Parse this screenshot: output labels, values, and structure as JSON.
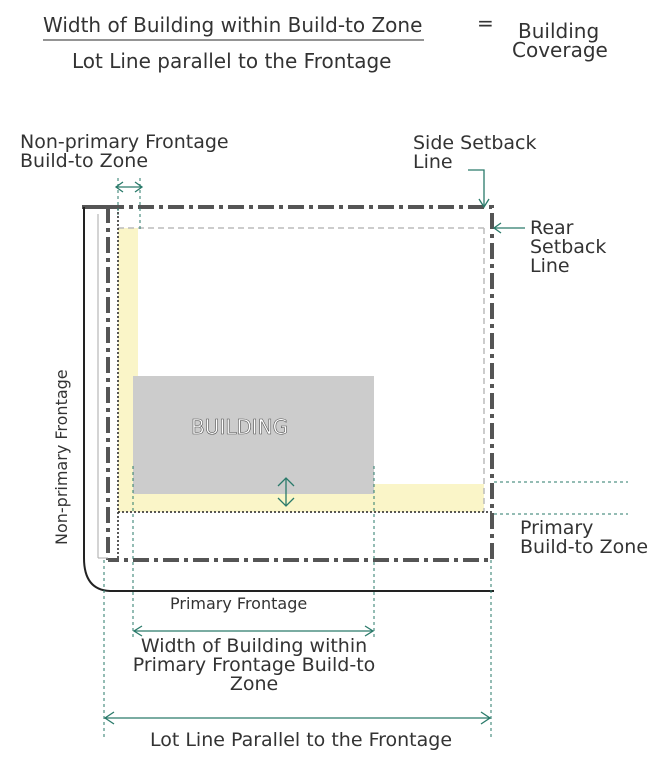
{
  "formula": {
    "numerator": "Width of Building within Build-to Zone",
    "denominator": "Lot Line parallel to the Frontage",
    "equals": "=",
    "result_line1": "Building",
    "result_line2": "Coverage"
  },
  "labels": {
    "nonprimary_btz_line1": "Non-primary Frontage",
    "nonprimary_btz_line2": "Build-to Zone",
    "side_setback_line1": "Side Setback",
    "side_setback_line2": "Line",
    "rear_setback_line1": "Rear",
    "rear_setback_line2": "Setback",
    "rear_setback_line3": "Line",
    "nonprimary_frontage": "Non-primary Frontage",
    "building": "BUILDING",
    "primary_btz_line1": "Primary",
    "primary_btz_line2": "Build-to Zone",
    "primary_frontage": "Primary Frontage",
    "width_line1": "Width of Building within",
    "width_line2": "Primary Frontage Build-to",
    "width_line3": "Zone",
    "lot_line": "Lot Line Parallel to the Frontage"
  },
  "colors": {
    "build_to_zone_fill": "#faf5c8",
    "building_fill": "#cccccc",
    "lot_line": "#555555",
    "dimension_teal": "#2a7a6a",
    "setback_dash": "#bbbbbb"
  }
}
